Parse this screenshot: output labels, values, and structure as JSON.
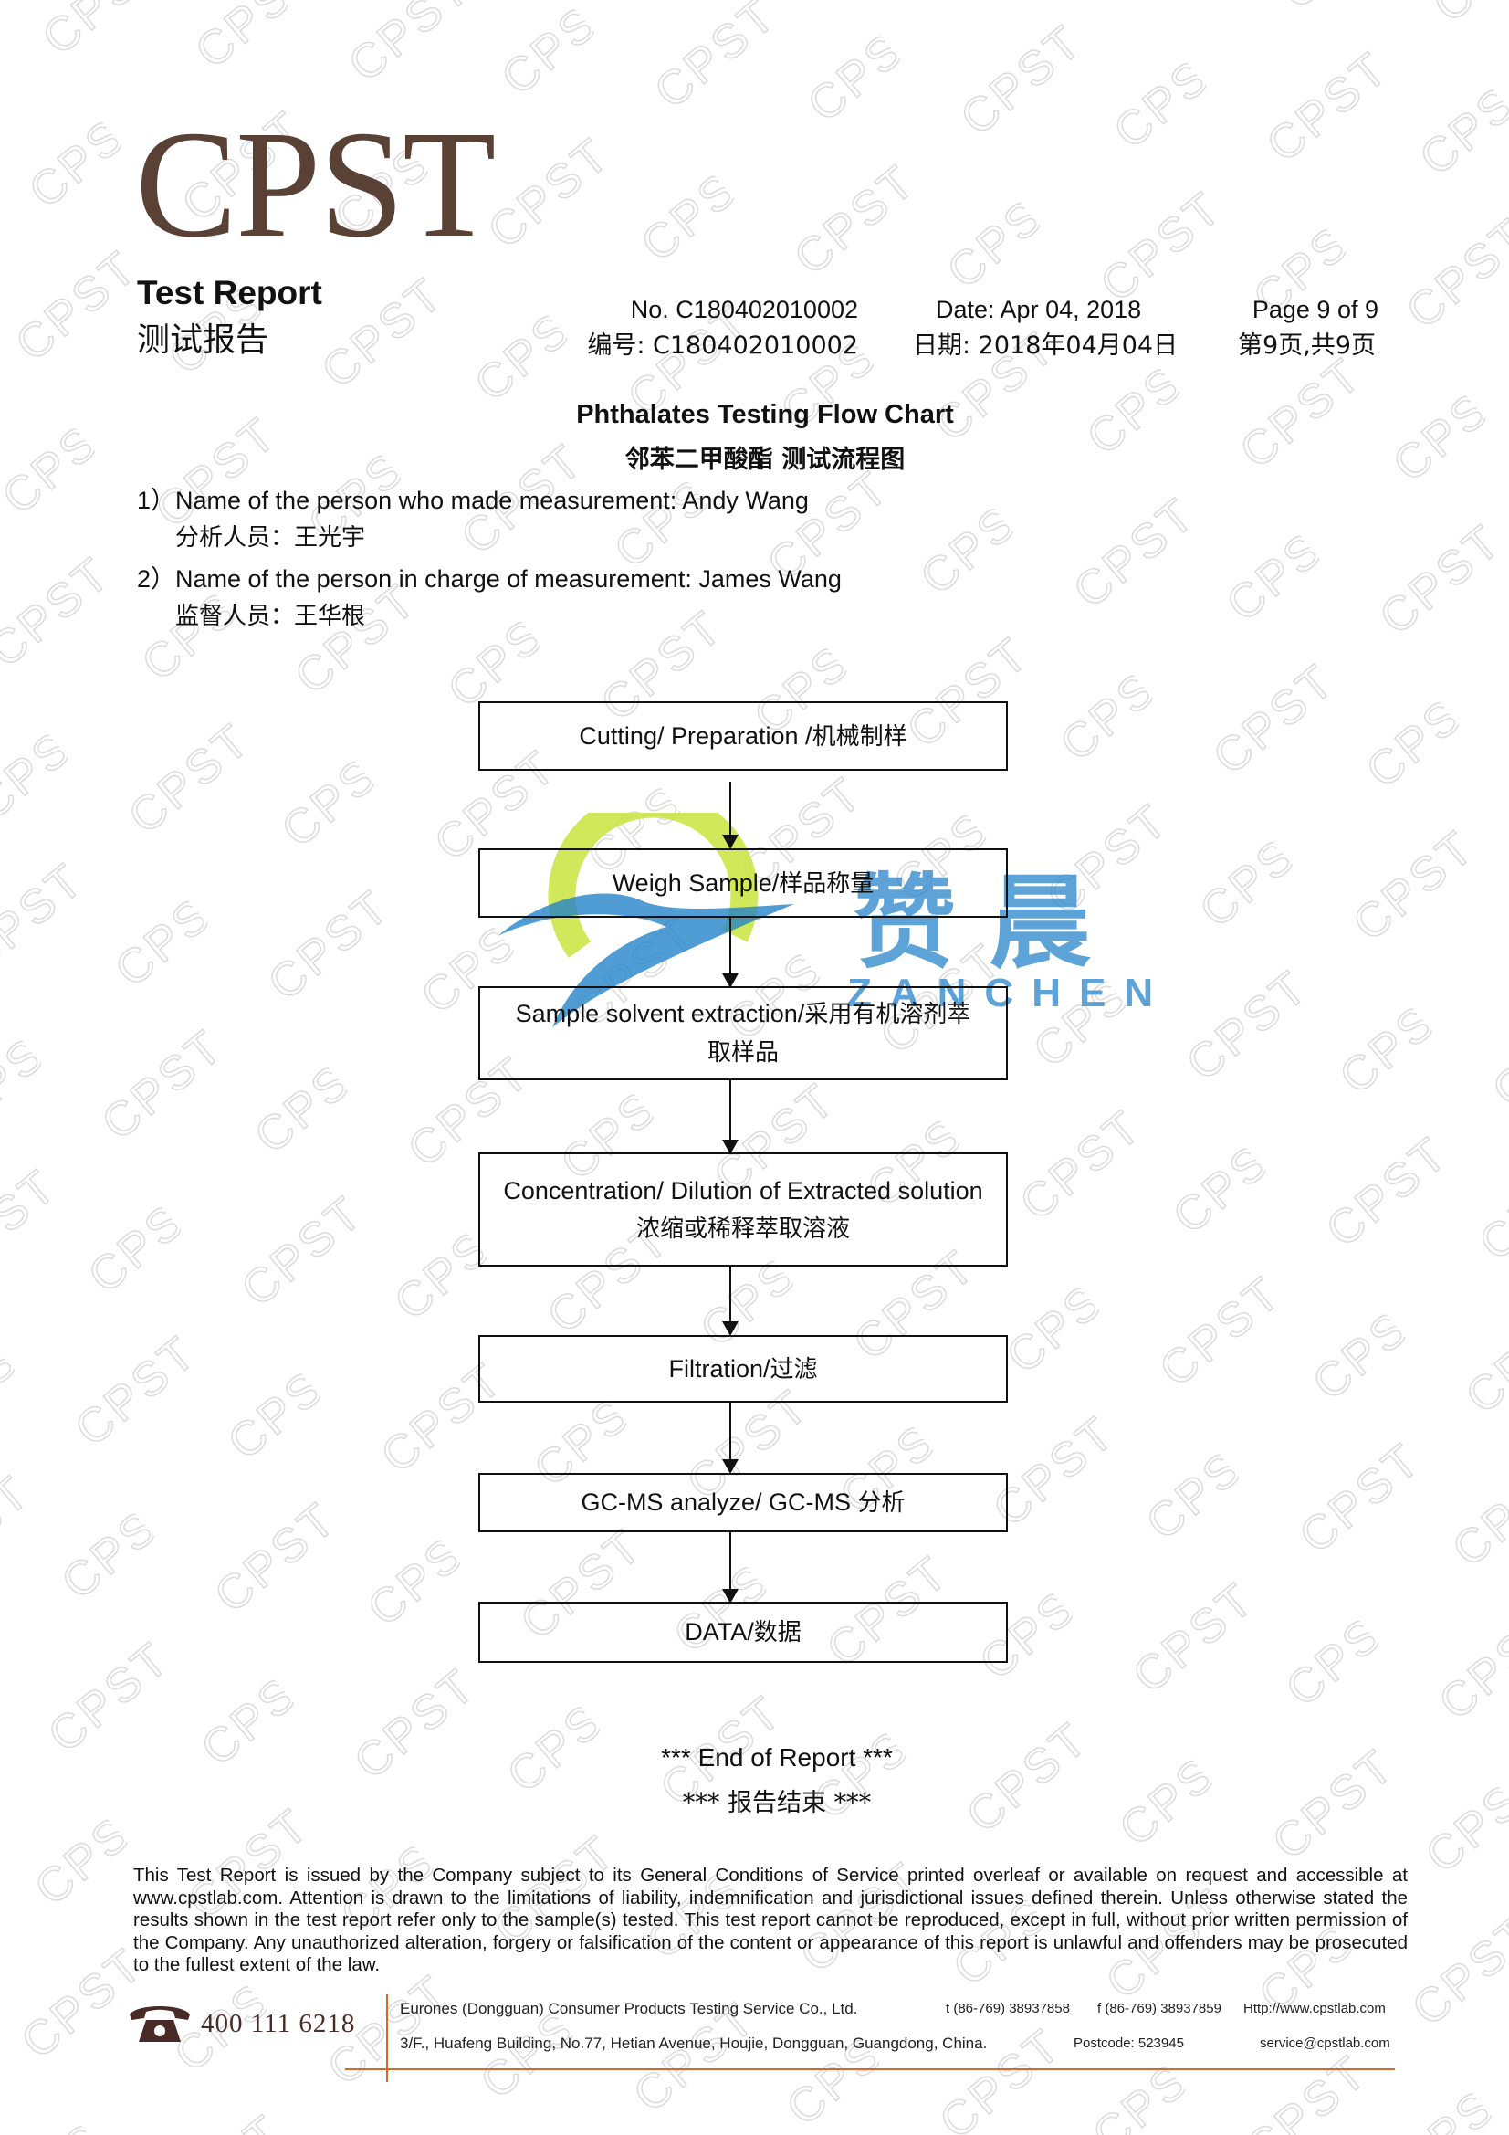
{
  "logo": "CPST",
  "watermark_text": "CPST",
  "header": {
    "title_en": "Test Report",
    "title_cn": "测试报告",
    "report_no_en": "No. C180402010002",
    "report_no_cn": "编号: C180402010002",
    "date_en": "Date: Apr 04, 2018",
    "date_cn": "日期: 2018年04月04日",
    "page_en": "Page 9 of 9",
    "page_cn": "第9页,共9页"
  },
  "document": {
    "title_en": "Phthalates Testing Flow Chart",
    "title_cn": "邻苯二甲酸酯 测试流程图",
    "item1_en": "1）Name of the person who made measurement: Andy Wang",
    "item1_cn": "分析人员：王光宇",
    "item2_en": "2）Name of the person in charge of measurement: James Wang",
    "item2_cn": "监督人员：王华根"
  },
  "flow": {
    "step1_en": "Cutting/ Preparation /",
    "step1_cn": "机械制样",
    "step2_en": "Weigh Sample/",
    "step2_cn": "样品称量",
    "step3_en": "Sample solvent extraction/",
    "step3_cn_a": "采用有机溶剂萃",
    "step3_cn_b": "取样品",
    "step4_en": "Concentration/ Dilution of Extracted solution",
    "step4_cn": "浓缩或稀释萃取溶液",
    "step5_en": "Filtration/",
    "step5_cn": "过滤",
    "step6_en": "GC-MS analyze/ GC-MS ",
    "step6_cn": "分析",
    "step7_en": "DATA/",
    "step7_cn": "数据"
  },
  "stamp": {
    "name_cn": "赞晨",
    "name_en": "ZANCHEN"
  },
  "end_en": "*** End of Report ***",
  "end_cn": "***  报告结束  ***",
  "disclaimer": "This Test Report is issued by the Company subject to its General Conditions of Service printed overleaf or available on request and accessible at www.cpstlab.com. Attention is drawn to the limitations of liability, indemnification and jurisdictional issues defined therein. Unless otherwise stated the results shown in the test report refer only to the sample(s) tested. This test report cannot be reproduced, except in full, without prior written permission of the Company. Any unauthorized alteration, forgery or falsification of the content or appearance of this report is unlawful and offenders may be prosecuted to the fullest extent of the law.",
  "footer": {
    "hotline": "400 111 6218",
    "company": "Eurones (Dongguan) Consumer Products Testing Service Co., Ltd.",
    "tel": "t (86-769) 38937858",
    "fax": "f (86-769) 38937859",
    "web": "Http://www.cpstlab.com",
    "address": "3/F., Huafeng Building, No.77, Hetian Avenue, Houjie, Dongguan, Guangdong, China.",
    "postcode": "Postcode: 523945",
    "email": "service@cpstlab.com"
  },
  "colors": {
    "logo": "#5a4136",
    "footer_rule": "#d66a2e",
    "stamp_blue": "#1f80c8",
    "stamp_green": "#c8e43c"
  }
}
